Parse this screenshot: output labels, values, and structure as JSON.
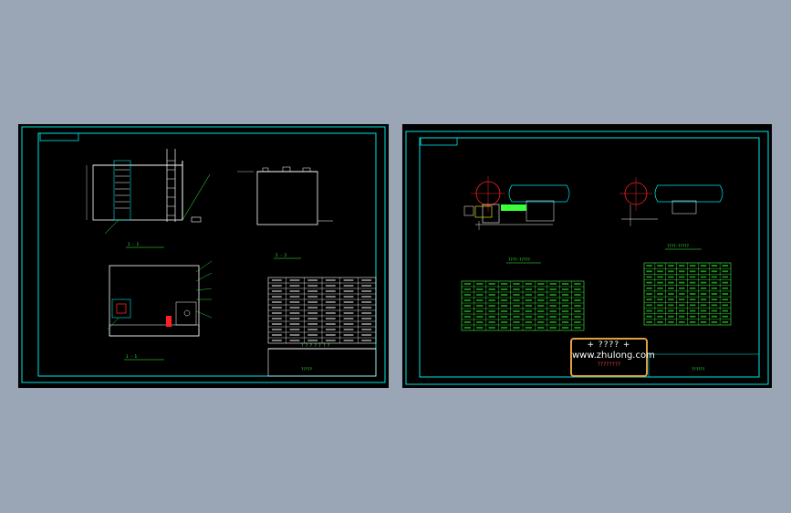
{
  "colors": {
    "canvas_bg": "#9aa6b5",
    "sheet_bg": "#000000",
    "frame": "#00e5e5",
    "geometry": "#ffffff",
    "text": "#3cff3c",
    "accent_red": "#ff2020",
    "watermark_border": "#e0a040"
  },
  "left_sheet": {
    "name": "drawing-sheet-left",
    "view_label_front": "1 - 1",
    "view_label_side": "2 - 2",
    "view_label_plan": "1 - 1",
    "title_block_caption": "? ? ? ? ? ? ?",
    "title_block_name": "?????"
  },
  "right_sheet": {
    "name": "drawing-sheet-right",
    "table1_caption": "????-?????",
    "table2_caption": "????-?????",
    "title_block_name": "??????"
  },
  "watermark": {
    "dots": "+ ???? +",
    "url": "www.zhulong.com",
    "sub": "????????"
  }
}
